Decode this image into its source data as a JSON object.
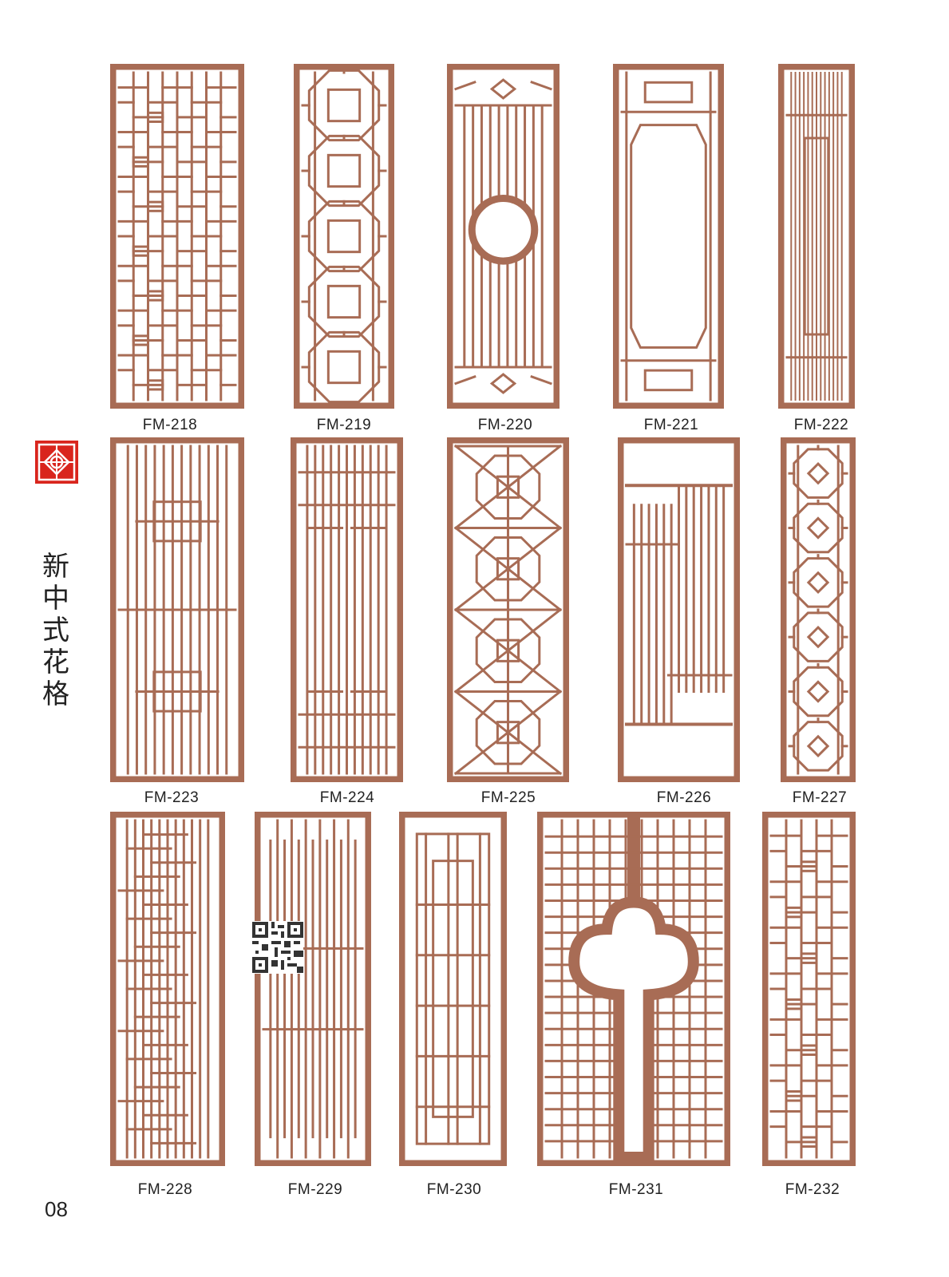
{
  "catalog": {
    "section_title_chars": [
      "新",
      "中",
      "式",
      "花",
      "格"
    ],
    "page_number": "08",
    "colors": {
      "frame": "#a86c55",
      "text": "#222222",
      "logo_red": "#d9251d"
    }
  },
  "row1": [
    {
      "code": "FM-218",
      "pattern": "fret-dense"
    },
    {
      "code": "FM-219",
      "pattern": "octagon-square-chain"
    },
    {
      "code": "FM-220",
      "pattern": "vertical-lines-circle"
    },
    {
      "code": "FM-221",
      "pattern": "open-center-frame"
    },
    {
      "code": "FM-222",
      "pattern": "fine-vertical-lines"
    }
  ],
  "row2": [
    {
      "code": "FM-223",
      "pattern": "vertical-lines-motif"
    },
    {
      "code": "FM-224",
      "pattern": "vertical-lines-brackets"
    },
    {
      "code": "FM-225",
      "pattern": "octagon-diagonal-lattice"
    },
    {
      "code": "FM-226",
      "pattern": "open-top-bottom-vertical"
    },
    {
      "code": "FM-227",
      "pattern": "diamond-octagon-chain"
    }
  ],
  "row3": [
    {
      "code": "FM-228",
      "pattern": "offset-grid"
    },
    {
      "code": "FM-229",
      "pattern": "vertical-bars-sections"
    },
    {
      "code": "FM-230",
      "pattern": "nested-rect-lines"
    },
    {
      "code": "FM-231",
      "pattern": "cloud-arch-lattice"
    },
    {
      "code": "FM-232",
      "pattern": "fret-grid"
    }
  ]
}
